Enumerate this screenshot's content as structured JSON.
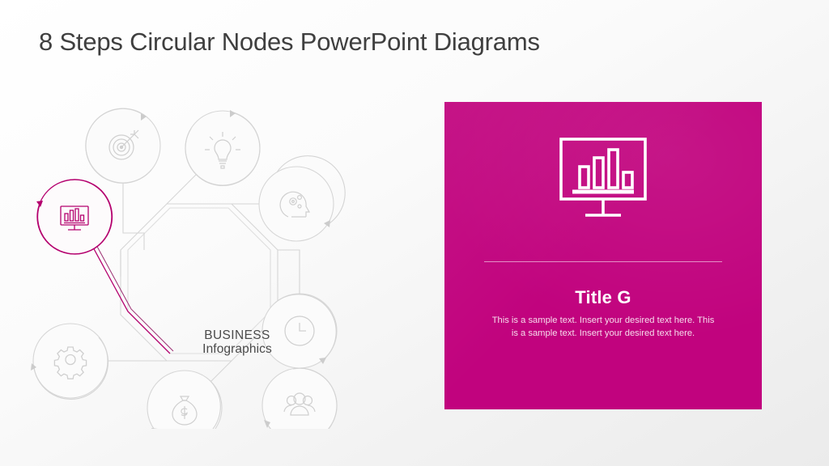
{
  "slide": {
    "title": "8 Steps Circular Nodes PowerPoint Diagrams",
    "background_color": "#f4f4f4"
  },
  "diagram": {
    "name": "8-steps-circular-nodes",
    "center_label": {
      "line1": "BUSINESS",
      "line2": "Infographics"
    },
    "shape": "octagon",
    "inactive_color": "#d2d2d2",
    "active_color": "#b4006e",
    "nodes": [
      {
        "id": "node-1",
        "icon": "target-icon",
        "state": "inactive",
        "position": "top-left"
      },
      {
        "id": "node-2",
        "icon": "lightbulb-icon",
        "state": "inactive",
        "position": "top"
      },
      {
        "id": "node-3",
        "icon": "head-gears-icon",
        "state": "inactive",
        "position": "top-right"
      },
      {
        "id": "node-4",
        "icon": "clock-icon",
        "state": "inactive",
        "position": "right"
      },
      {
        "id": "node-5",
        "icon": "people-group-icon",
        "state": "inactive",
        "position": "bottom-right"
      },
      {
        "id": "node-6",
        "icon": "money-bag-icon",
        "state": "inactive",
        "position": "bottom"
      },
      {
        "id": "node-7",
        "icon": "gear-icon",
        "state": "inactive",
        "position": "bottom-left"
      },
      {
        "id": "node-8",
        "icon": "monitor-chart-icon",
        "state": "active",
        "position": "left"
      }
    ]
  },
  "panel": {
    "background_color": "#c1037e",
    "icon": "monitor-chart-icon",
    "title": "Title G",
    "body": "This is a sample text. Insert your desired text here. This is a sample text. Insert your desired text here."
  },
  "chart_data": {
    "type": "bar",
    "title": "",
    "categories": [
      "1",
      "2",
      "3",
      "4"
    ],
    "values": [
      62,
      80,
      100,
      42
    ],
    "xlabel": "",
    "ylabel": "",
    "ylim": [
      0,
      100
    ]
  }
}
